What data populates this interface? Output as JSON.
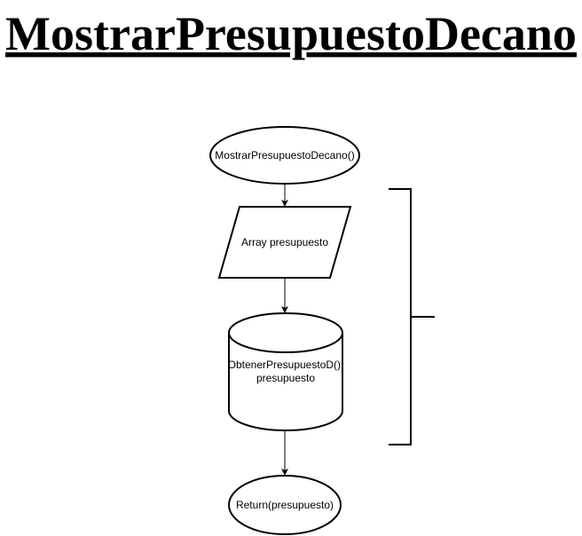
{
  "title": "MostrarPresupuestoDecano",
  "nodes": {
    "start": {
      "label": "MostrarPresupuestoDecano()"
    },
    "input": {
      "label": "Array presupuesto"
    },
    "process": {
      "line1": "ObtenerPresupuestoD();",
      "line2": "presupuesto"
    },
    "end": {
      "label": "Return(presupuesto)"
    }
  },
  "colors": {
    "stroke": "#000000",
    "fill": "#ffffff",
    "text": "#000000"
  }
}
